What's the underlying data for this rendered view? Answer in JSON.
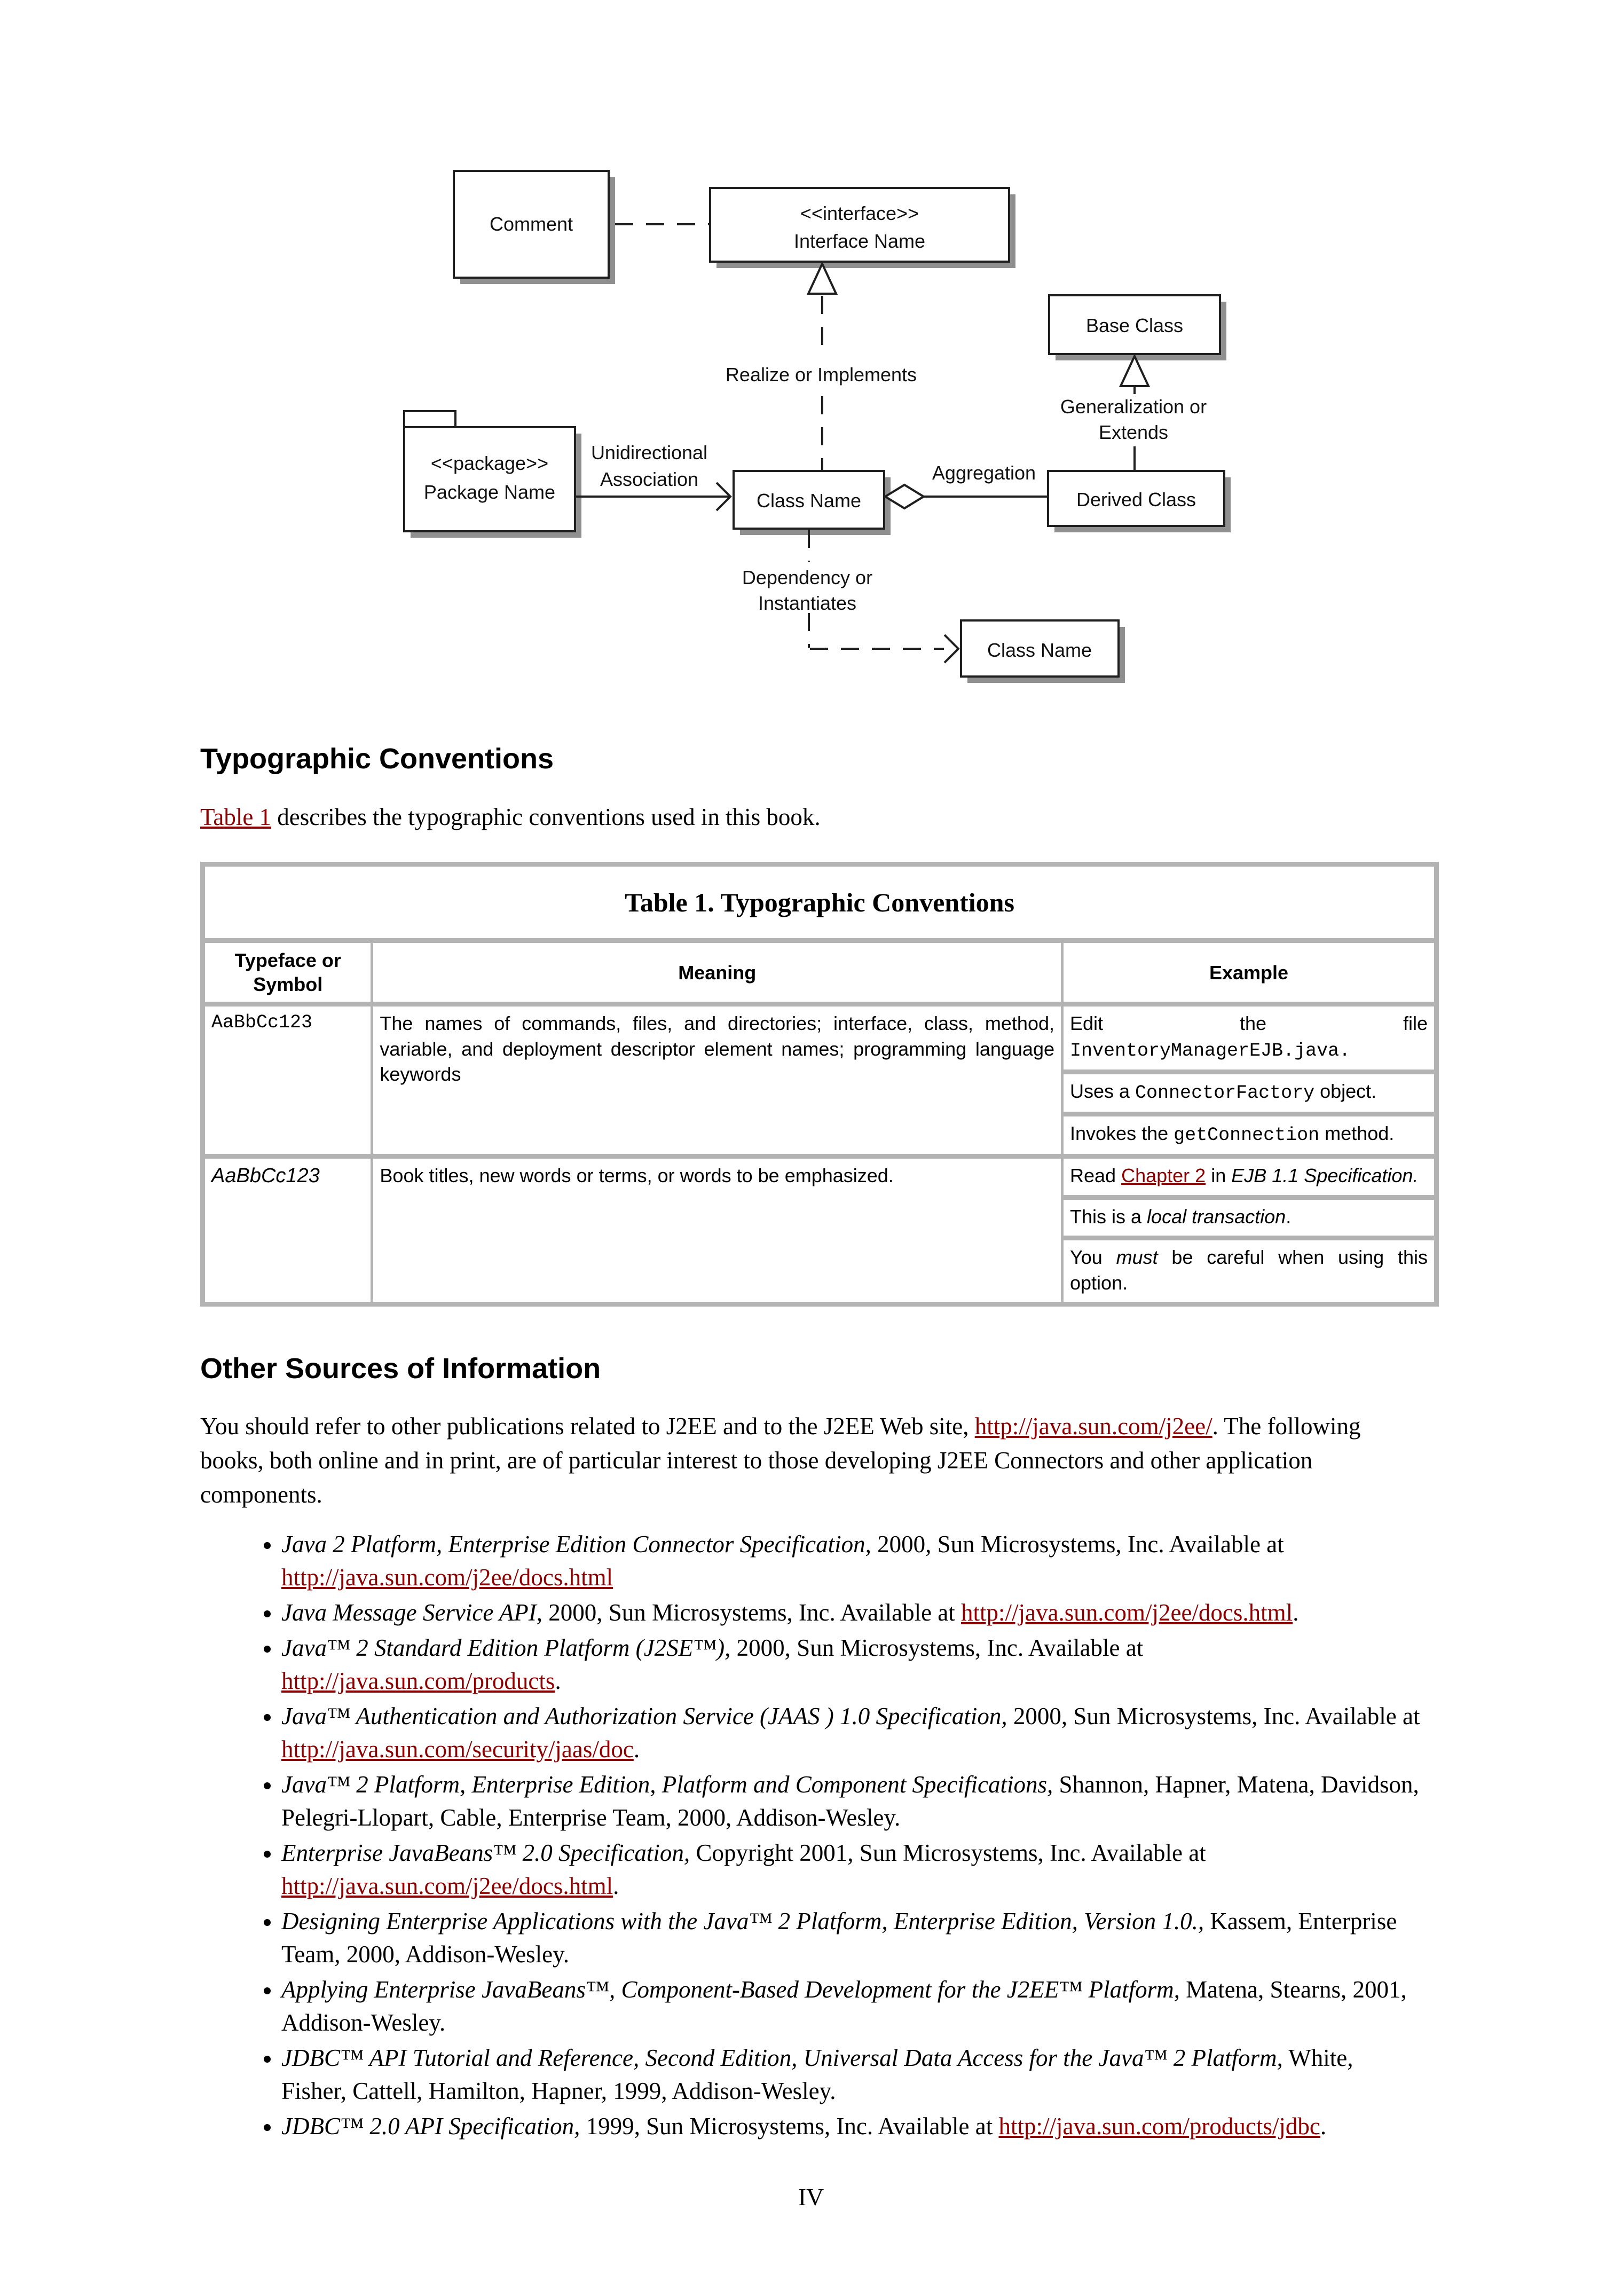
{
  "page": {
    "footer_page_number": "IV"
  },
  "colors": {
    "link": "#8b0000",
    "table_border": "#b3b3b3",
    "comment_box_fill": "#e9e9e9",
    "box_shadow": "#8f8f8f"
  },
  "diagram": {
    "comment_box": "Comment",
    "interface_box": {
      "stereotype": "<<interface>>",
      "name": "Interface Name"
    },
    "base_class_box": "Base Class",
    "package_box": {
      "stereotype": "<<package>>",
      "name": "Package Name"
    },
    "class_box": "Class Name",
    "derived_class_box": "Derived Class",
    "dependent_class_box": "Class Name",
    "edge_labels": {
      "realize": "Realize or Implements",
      "generalization_line1": "Generalization or",
      "generalization_line2": "Extends",
      "association_line1": "Unidirectional",
      "association_line2": "Association",
      "aggregation": "Aggregation",
      "dependency_line1": "Dependency or",
      "dependency_line2": "Instantiates"
    }
  },
  "typographic": {
    "heading": "Typographic Conventions",
    "intro": {
      "link_text": "Table 1",
      "rest": " describes the typographic conventions used in this book."
    },
    "table": {
      "caption": "Table 1. Typographic Conventions",
      "headers": [
        "Typeface or Symbol",
        "Meaning",
        "Example"
      ],
      "rows": [
        {
          "typeface": "AaBbCc123",
          "meaning": "The names of commands, files, and directories; interface, class, method, variable, and deployment descriptor element names; programming language keywords",
          "examples": [
            {
              "pre": "Edit the file ",
              "code": "InventoryManagerEJB.java.",
              "post": ""
            },
            {
              "pre": "Uses a ",
              "code": "ConnectorFactory",
              "post": " object."
            },
            {
              "pre": "Invokes the ",
              "code": "getConnection",
              "post": " method."
            }
          ]
        },
        {
          "typeface": "AaBbCc123",
          "meaning": "Book titles, new words or terms, or words to be emphasized.",
          "examples": [
            {
              "pre": "Read ",
              "link": "Chapter 2",
              "mid": " in ",
              "em": "EJB 1.1 Specification.",
              "post": ""
            },
            {
              "pre": "This is a ",
              "em": "local transaction",
              "post": "."
            },
            {
              "pre": "You ",
              "em": "must",
              "post": " be careful when using this option."
            }
          ]
        }
      ]
    }
  },
  "other_sources": {
    "heading": "Other Sources of Information",
    "intro": {
      "pre": "You should refer to other publications related to J2EE and to the J2EE Web site, ",
      "link_text": "http://java.sun.com/j2ee/",
      "post": ". The following books, both online and in print, are of particular interest to those developing J2EE Connectors and other application components."
    },
    "items": [
      {
        "title": "Java 2 Platform, Enterprise Edition Connector Specification,",
        "rest": " 2000, Sun Microsystems, Inc. Available at ",
        "link_text": "http://java.sun.com/j2ee/docs.html",
        "tail": ""
      },
      {
        "title": "Java Message Service API,",
        "rest": " 2000, Sun Microsystems, Inc. Available at ",
        "link_text": "http://java.sun.com/j2ee/docs.html",
        "tail": "."
      },
      {
        "title": "Java™ 2 Standard Edition Platform (J2SE™),",
        "rest": " 2000, Sun Microsystems, Inc. Available at ",
        "link_text": "http://java.sun.com/products",
        "tail": "."
      },
      {
        "title": "Java™ Authentication and Authorization Service (JAAS ) 1.0 Specification,",
        "rest": " 2000, Sun Microsystems, Inc. Available at ",
        "link_text": "http://java.sun.com/security/jaas/doc",
        "tail": "."
      },
      {
        "title": "Java™ 2 Platform, Enterprise Edition, Platform and Component Specifications,",
        "rest": " Shannon, Hapner, Matena, Davidson, Pelegri-Llopart, Cable, Enterprise Team, 2000, Addison-Wesley.",
        "link_text": "",
        "tail": ""
      },
      {
        "title": "Enterprise JavaBeans™ 2.0 Specification,",
        "rest": " Copyright 2001, Sun Microsystems, Inc. Available at ",
        "link_text": "http://java.sun.com/j2ee/docs.html",
        "tail": "."
      },
      {
        "title": "Designing Enterprise Applications with the Java™ 2 Platform, Enterprise Edition, Version 1.0.,",
        "rest": " Kassem, Enterprise Team, 2000, Addison-Wesley.",
        "link_text": "",
        "tail": ""
      },
      {
        "title": "Applying Enterprise JavaBeans™, Component-Based Development for the J2EE™ Platform,",
        "rest": " Matena, Stearns, 2001, Addison-Wesley.",
        "link_text": "",
        "tail": ""
      },
      {
        "title": "JDBC™ API Tutorial and Reference, Second Edition, Universal Data Access for the Java™ 2 Platform,",
        "rest": " White, Fisher, Cattell, Hamilton, Hapner, 1999, Addison-Wesley.",
        "link_text": "",
        "tail": ""
      },
      {
        "title": "JDBC™ 2.0 API Specification,",
        "rest": " 1999, Sun Microsystems, Inc. Available at ",
        "link_text": "http://java.sun.com/products/jdbc",
        "tail": "."
      }
    ]
  }
}
